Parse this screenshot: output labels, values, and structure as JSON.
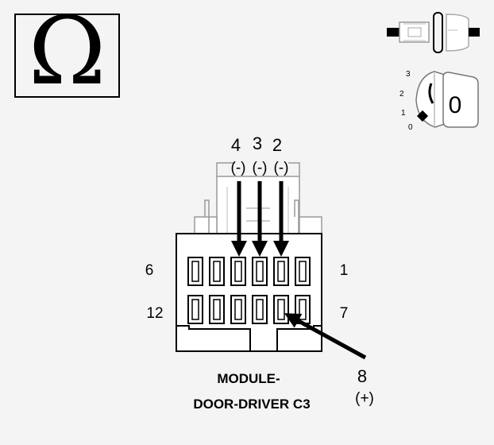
{
  "symbol": {
    "glyph": "Ω",
    "meaning": "ohmmeter-icon"
  },
  "key_switch": {
    "position_labels": [
      "3",
      "2",
      "1",
      "0"
    ],
    "key_position": "0"
  },
  "connector": {
    "caption_line1": "MODULE-",
    "caption_line2": "DOOR-DRIVER C3",
    "pin_labels": {
      "top_left": "6",
      "top_right": "1",
      "bottom_left": "12",
      "bottom_right": "7"
    }
  },
  "probes": [
    {
      "pin": "4",
      "polarity": "(-)"
    },
    {
      "pin": "3",
      "polarity": "(-)"
    },
    {
      "pin": "2",
      "polarity": "(-)"
    },
    {
      "pin": "8",
      "polarity": "(+)"
    }
  ]
}
